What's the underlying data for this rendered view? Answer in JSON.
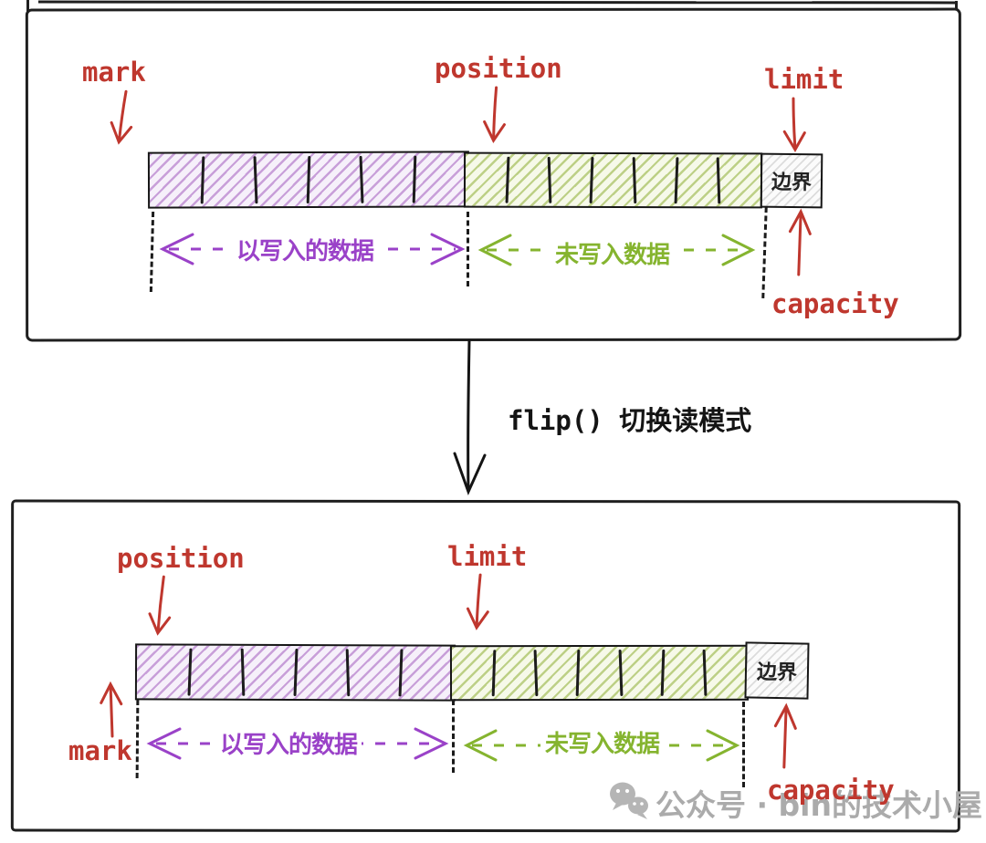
{
  "colors": {
    "red": "#bf372e",
    "purple": "#9a42c8",
    "green": "#85b42f",
    "ink": "#1f1f1f",
    "wm": "#ababab"
  },
  "top_panel": {
    "mark_label": "mark",
    "position_label": "position",
    "limit_label": "limit",
    "capacity_label": "capacity",
    "boundary_label": "边界",
    "written_label": "以写入的数据",
    "unwritten_label": "未写入数据",
    "written_cells": 6,
    "unwritten_cells": 7
  },
  "transition": {
    "label": "flip() 切换读模式"
  },
  "bottom_panel": {
    "mark_label": "mark",
    "position_label": "position",
    "limit_label": "limit",
    "capacity_label": "capacity",
    "boundary_label": "边界",
    "written_label": "以写入的数据",
    "unwritten_label": "未写入数据",
    "written_cells": 6,
    "unwritten_cells": 7
  },
  "watermark": {
    "text": "公众号 · bin的技术小屋"
  }
}
